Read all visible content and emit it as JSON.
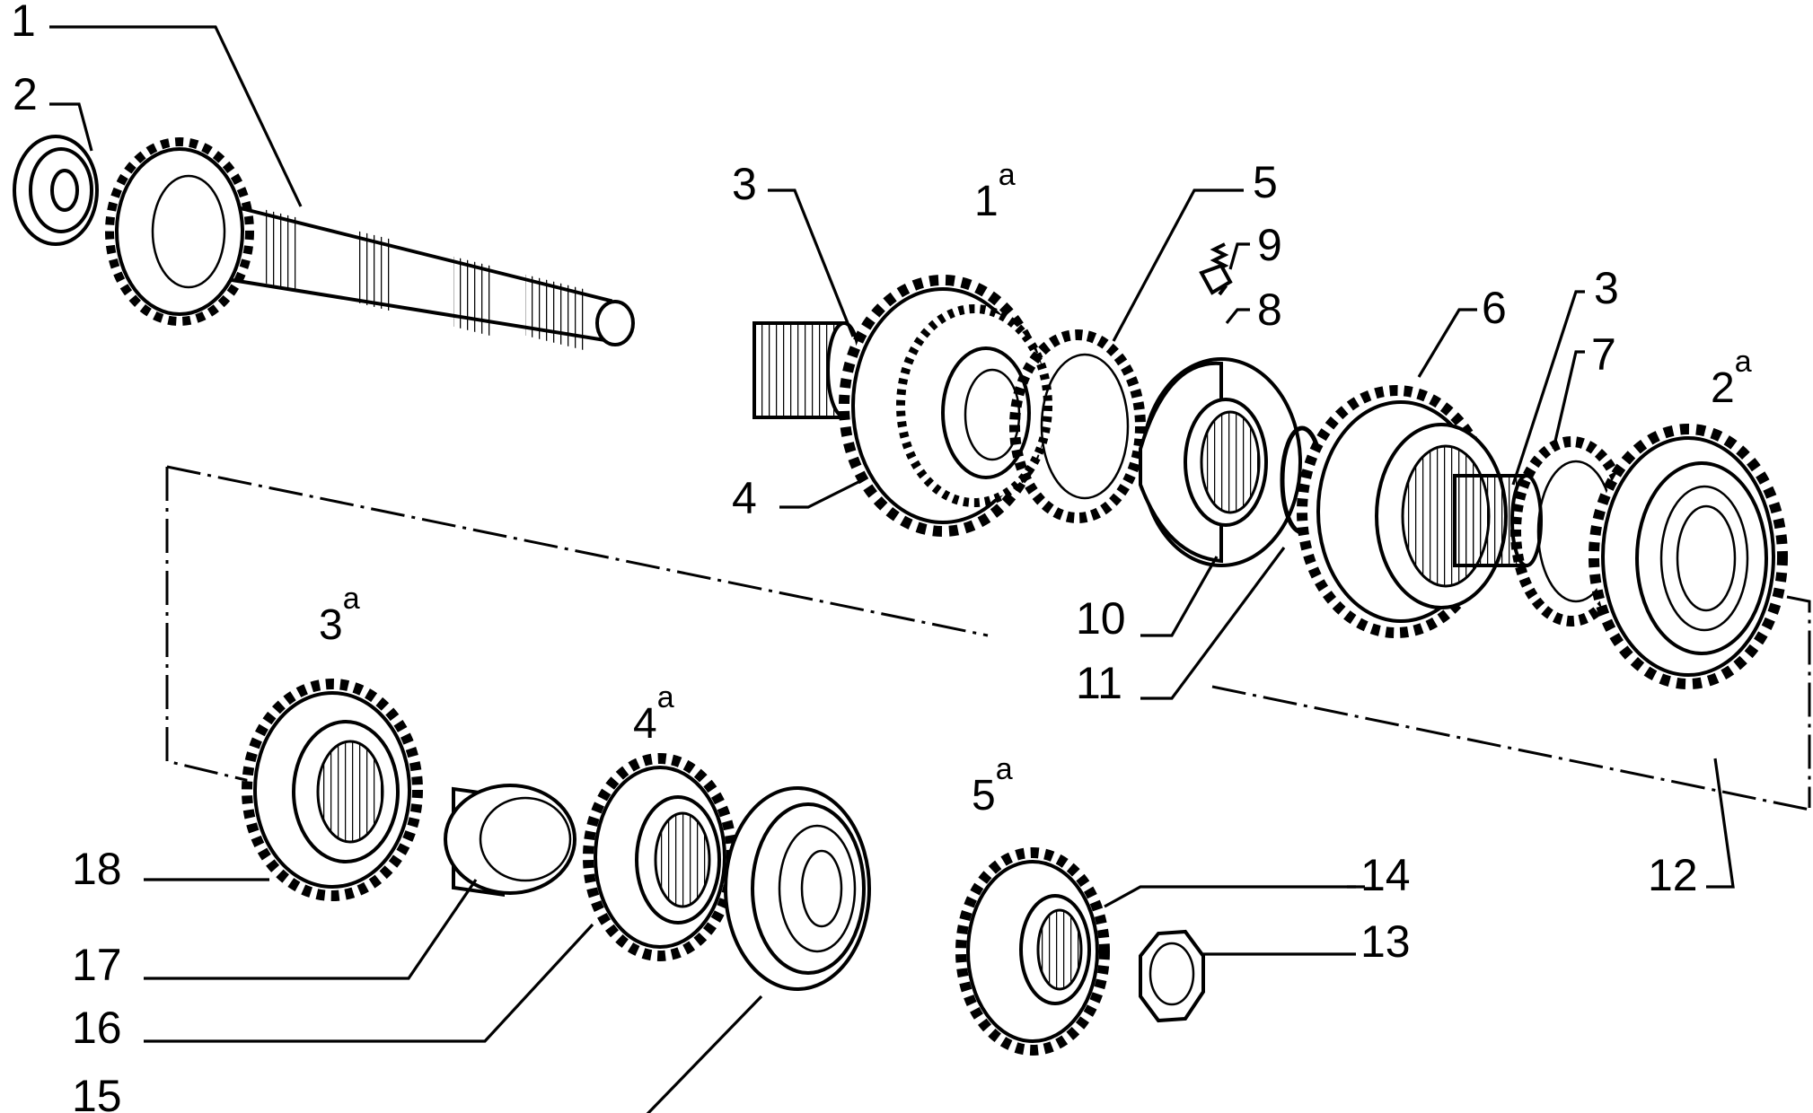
{
  "callouts": [
    "1",
    "2",
    "3",
    "4",
    "5",
    "6",
    "7",
    "8",
    "9",
    "10",
    "11",
    "12",
    "13",
    "14",
    "15",
    "16",
    "17",
    "18"
  ],
  "callout_3b": "3",
  "gears": [
    {
      "num": "1",
      "sup": "a"
    },
    {
      "num": "2",
      "sup": "a"
    },
    {
      "num": "3",
      "sup": "a"
    },
    {
      "num": "4",
      "sup": "a"
    },
    {
      "num": "5",
      "sup": "a"
    }
  ],
  "colors": {
    "ink": "#000000",
    "paper": "#ffffff"
  }
}
